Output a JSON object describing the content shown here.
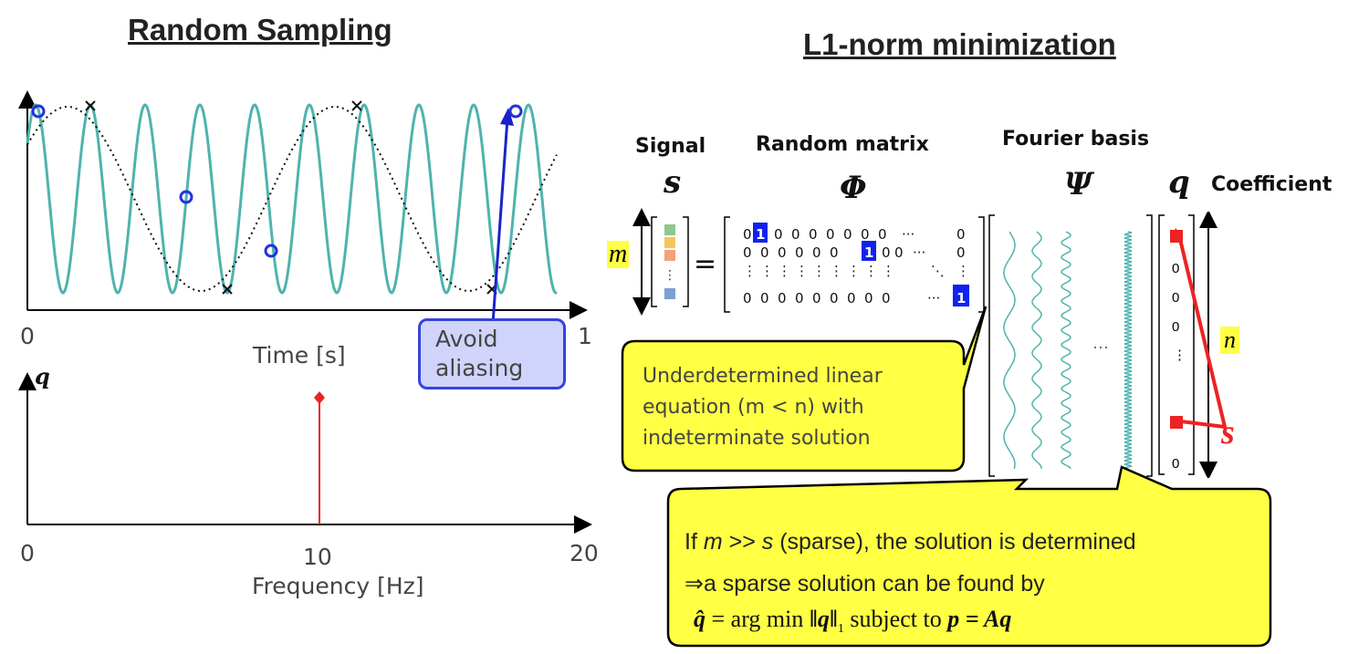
{
  "left": {
    "title": "Random Sampling",
    "time_plot": {
      "x_tick_start": "0",
      "x_tick_end": "1",
      "x_label": "Time [s]",
      "callout": "Avoid\naliasing"
    },
    "freq_plot": {
      "y_label": "q",
      "x_tick_start": "0",
      "x_tick_mid": "10",
      "x_tick_end": "20",
      "x_label": "Frequency [Hz]"
    }
  },
  "right": {
    "title": "L1-norm minimization",
    "labels": {
      "signal": "Signal",
      "random_matrix": "Random matrix",
      "fourier_basis": "Fourier basis",
      "coefficient": "Coefficient"
    },
    "symbols": {
      "s": "s",
      "phi": "Φ",
      "psi": "Ψ",
      "q": "q",
      "m": "m",
      "n": "n",
      "sparsity": "s",
      "equals": "="
    },
    "matrix": {
      "row1": "0 1 0 0 0 0 0 0 0 ··· 0",
      "row2": "0 0 0 0 0 0 1 0 0 ··· 0",
      "row4": "0 0 0 0 0 0 0 0 0 ··· 1",
      "one": "1"
    },
    "coeff_values": [
      "0",
      "0",
      "0",
      "⋮",
      "0"
    ],
    "basis_dots": "···",
    "callout_top": "Underdetermined linear\nequation (m < n) with\nindeterminate solution",
    "callout_bottom": {
      "line1_prefix": "If ",
      "line1_m": "m",
      "line1_mid": " >> ",
      "line1_s": "s",
      "line1_rest": " (sparse), the solution is  determined",
      "line2": "⇒a sparse solution can be found by",
      "formula_lhs": "q̂",
      "formula_eq": " = arg min ",
      "formula_norm": "‖q‖",
      "formula_sub": "1",
      "formula_subject": " subject to ",
      "formula_rhs": "p = Aq"
    }
  },
  "colors": {
    "teal": "#4fb3ad",
    "blue": "#2233cc",
    "red": "#ee2222",
    "yellow": "#ffff44",
    "callout_blue": "#d0d4fb"
  }
}
